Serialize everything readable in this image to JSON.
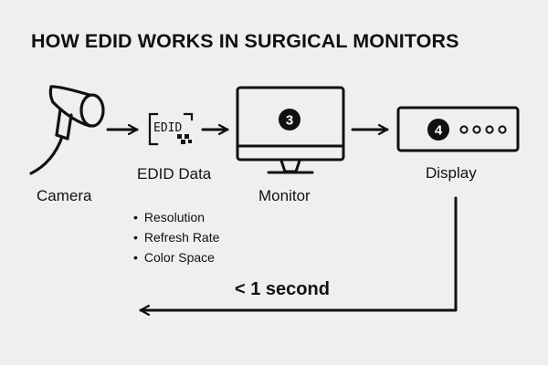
{
  "title": "HOW EDID WORKS IN SURGICAL MONITORS",
  "nodes": {
    "camera": {
      "label": "Camera"
    },
    "edid": {
      "label": "EDID Data",
      "chip_text": "EDID"
    },
    "monitor": {
      "label": "Monitor",
      "badge": "3"
    },
    "display": {
      "label": "Display",
      "badge": "4"
    }
  },
  "edid_fields": [
    "Resolution",
    "Refresh Rate",
    "Color Space"
  ],
  "return_path": {
    "label": "< 1 second"
  },
  "colors": {
    "background": "#efefee",
    "ink": "#111111"
  }
}
